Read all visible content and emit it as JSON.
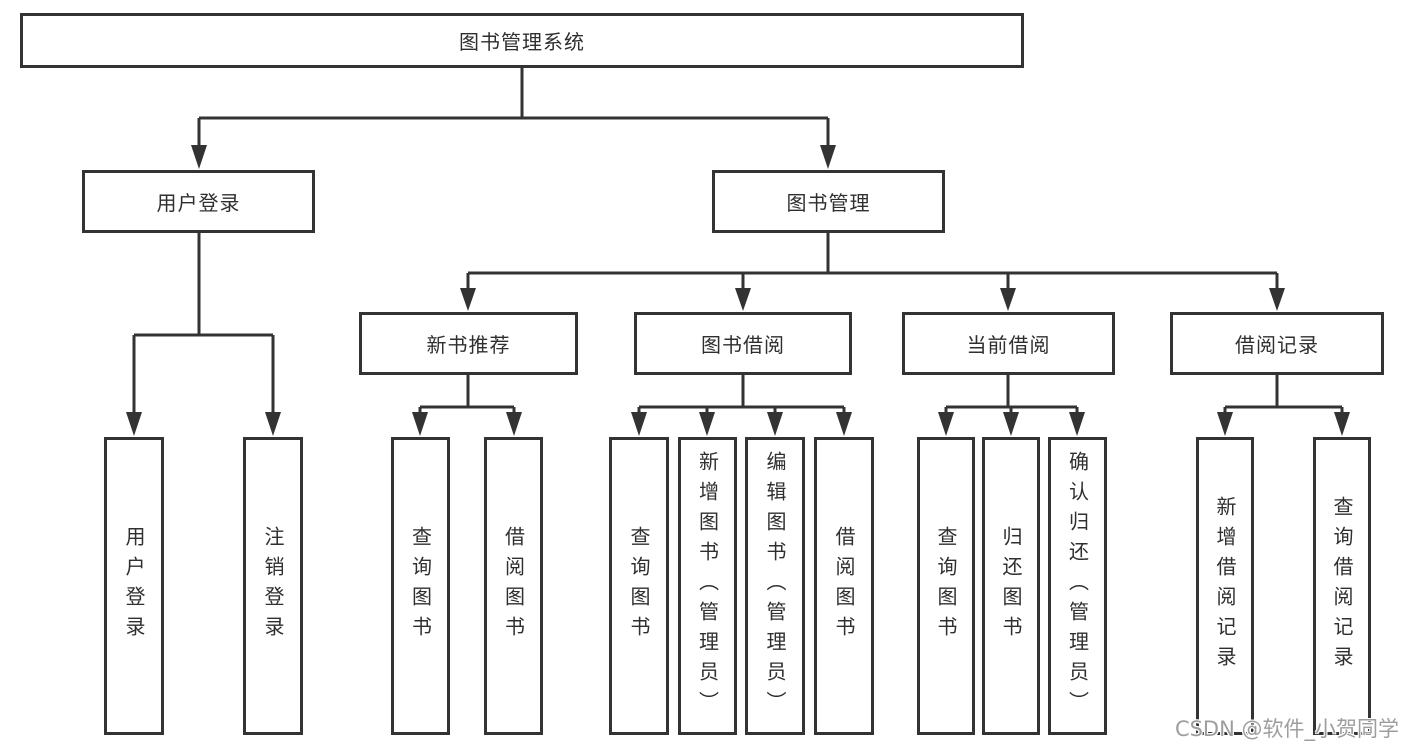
{
  "tree": {
    "root": "图书管理系统",
    "children": [
      {
        "label": "用户登录",
        "children": [
          "用户登录",
          "注销登录"
        ]
      },
      {
        "label": "图书管理",
        "children": [
          {
            "label": "新书推荐",
            "children": [
              "查询图书",
              "借阅图书"
            ]
          },
          {
            "label": "图书借阅",
            "children": [
              "查询图书",
              "新增图书（管理员）",
              "编辑图书（管理员）",
              "借阅图书"
            ]
          },
          {
            "label": "当前借阅",
            "children": [
              "查询图书",
              "归还图书",
              "确认归还（管理员）"
            ]
          },
          {
            "label": "借阅记录",
            "children": [
              "新增借阅记录",
              "查询借阅记录"
            ]
          }
        ]
      }
    ]
  },
  "watermark": {
    "text": "CSDN @软件_小贺同学"
  },
  "colors": {
    "line": "#333333",
    "text": "#2f2f2f",
    "box_background": "#ffffff",
    "watermark": "#9e9e9e"
  }
}
